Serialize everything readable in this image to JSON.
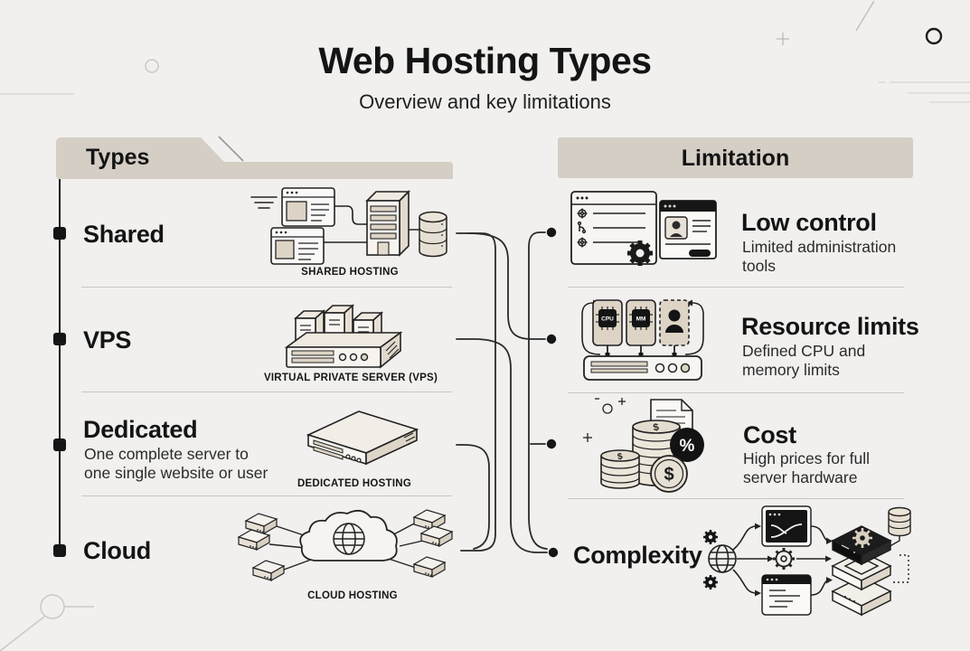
{
  "title": "Web Hosting Types",
  "subtitle": "Overview and key limitations",
  "types_column": {
    "header": "Types",
    "rows": [
      {
        "label": "Shared",
        "caption": "SHARED HOSTING",
        "lines": []
      },
      {
        "label": "VPS",
        "caption": "VIRTUAL PRIVATE SERVER (VPS)",
        "lines": []
      },
      {
        "label": "Dedicated",
        "caption": "DEDICATED HOSTING",
        "lines": [
          "One complete server to",
          "one single website or user"
        ]
      },
      {
        "label": "Cloud",
        "caption": "CLOUD HOSTING",
        "lines": []
      }
    ]
  },
  "limitations_column": {
    "header": "Limitation",
    "rows": [
      {
        "title": "Low control",
        "lines": [
          "Limited administration",
          "tools"
        ]
      },
      {
        "title": "Resource limits",
        "lines": [
          "Defined CPU and",
          "memory limits"
        ]
      },
      {
        "title": "Cost",
        "lines": [
          "High prices for full",
          "server hardware"
        ]
      },
      {
        "title": "Complexity",
        "lines": []
      }
    ]
  },
  "illustration_labels": {
    "cpu_chip": "CPU",
    "memory_chip": "MM",
    "percent_symbol": "%",
    "dollar_symbol": "$"
  },
  "colors": {
    "background": "#f1f0ee",
    "header_bar": "#d5cec5",
    "beige_fill": "#ddd4c6",
    "ink": "#1a1a1a",
    "separator": "#c9c6c1"
  }
}
